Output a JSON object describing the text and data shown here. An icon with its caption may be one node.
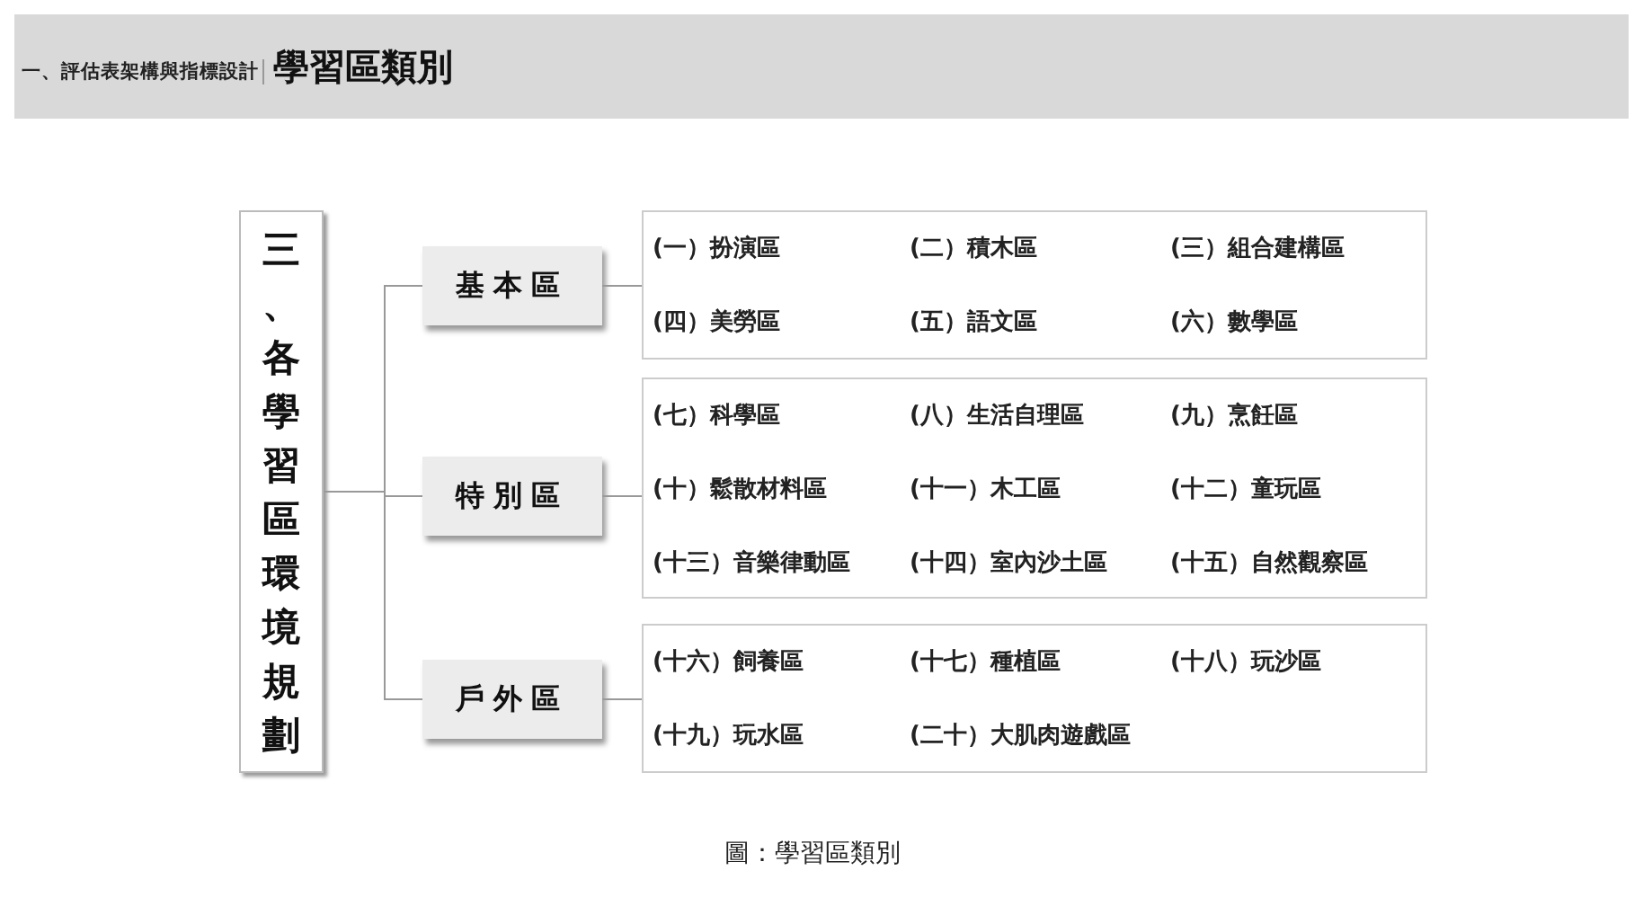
{
  "diagram": {
    "title": "學習區類別",
    "caption": "圖：學習區類別",
    "nodes": [
      {
        "text": [
          "三、各學習區環境規劃"
        ]
      },
      {
        "text": [
          "基本區"
        ]
      },
      {
        "text": [
          "特別區"
        ]
      },
      {
        "text": [
          "戶外區"
        ]
      },
      {
        "text": [
          "(一）扮演區",
          "(二）積木區",
          "(三）組合建構區",
          "(四）美勞區",
          "(五）語文區",
          "(六）數學區"
        ]
      },
      {
        "text": [
          "(七）科學區",
          "(八）生活自理區",
          "(九）烹飪區",
          "(十）鬆散材料區",
          "(十一）木工區",
          "(十二）童玩區",
          "(十三）音樂律動區",
          "(十四）室內沙土區",
          "(十五）自然觀察區"
        ]
      },
      {
        "text": [
          "(十六）飼養區",
          "(十七）種植區",
          "(十八）玩沙區",
          "(十九）玩水區",
          "(二十）大肌肉遊戲區"
        ]
      }
    ],
    "edges": [
      {
        "from": 0,
        "to": 1,
        "arrow": "none"
      },
      {
        "from": 0,
        "to": 2,
        "arrow": "none"
      },
      {
        "from": 0,
        "to": 3,
        "arrow": "none"
      },
      {
        "from": 1,
        "to": 4,
        "arrow": "none"
      },
      {
        "from": 2,
        "to": 5,
        "arrow": "none"
      },
      {
        "from": 3,
        "to": 6,
        "arrow": "none"
      }
    ],
    "labels": [
      "一、評估表架構與指標設計"
    ]
  }
}
